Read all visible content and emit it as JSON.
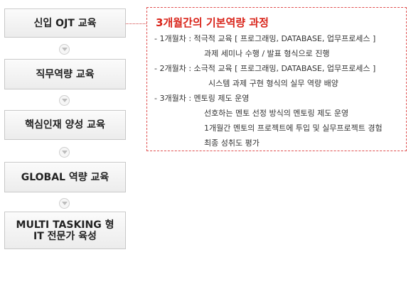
{
  "steps": [
    {
      "label": "신입 OJT 교육"
    },
    {
      "label": "직무역량 교육"
    },
    {
      "label": "핵심인재 양성 교육"
    },
    {
      "label": "GLOBAL 역량 교육"
    },
    {
      "label_line1": "MULTI TASKING 형",
      "label_line2": "IT 전문가 육성"
    }
  ],
  "detail": {
    "title": "3개월간의 기본역량 과정",
    "lines": [
      "- 1개월차 : 적극적 교육 [ 프로그래밍, DATABASE, 업무프로세스 ]",
      "과제 세미나 수행 / 발표 형식으로 진행",
      "- 2개월차 : 소극적 교육 [ 프로그래밍, DATABASE, 업무프로세스 ]",
      "시스템 과제 구현 형식의 실무 역량 배양",
      "- 3개월차 : 멘토링 제도 운영",
      "선호하는 멘토 선정 방식의 멘토링 제도 운영",
      "1개월간 멘토의 프로젝트에 투입 및 실무프로젝트 경험",
      "최종 성취도 평가"
    ]
  },
  "colors": {
    "title_red": "#d9251b",
    "dashed_border": "#e05050",
    "step_border": "#c8c8c8"
  },
  "icons": {
    "arrow": "chevron-down-icon"
  }
}
